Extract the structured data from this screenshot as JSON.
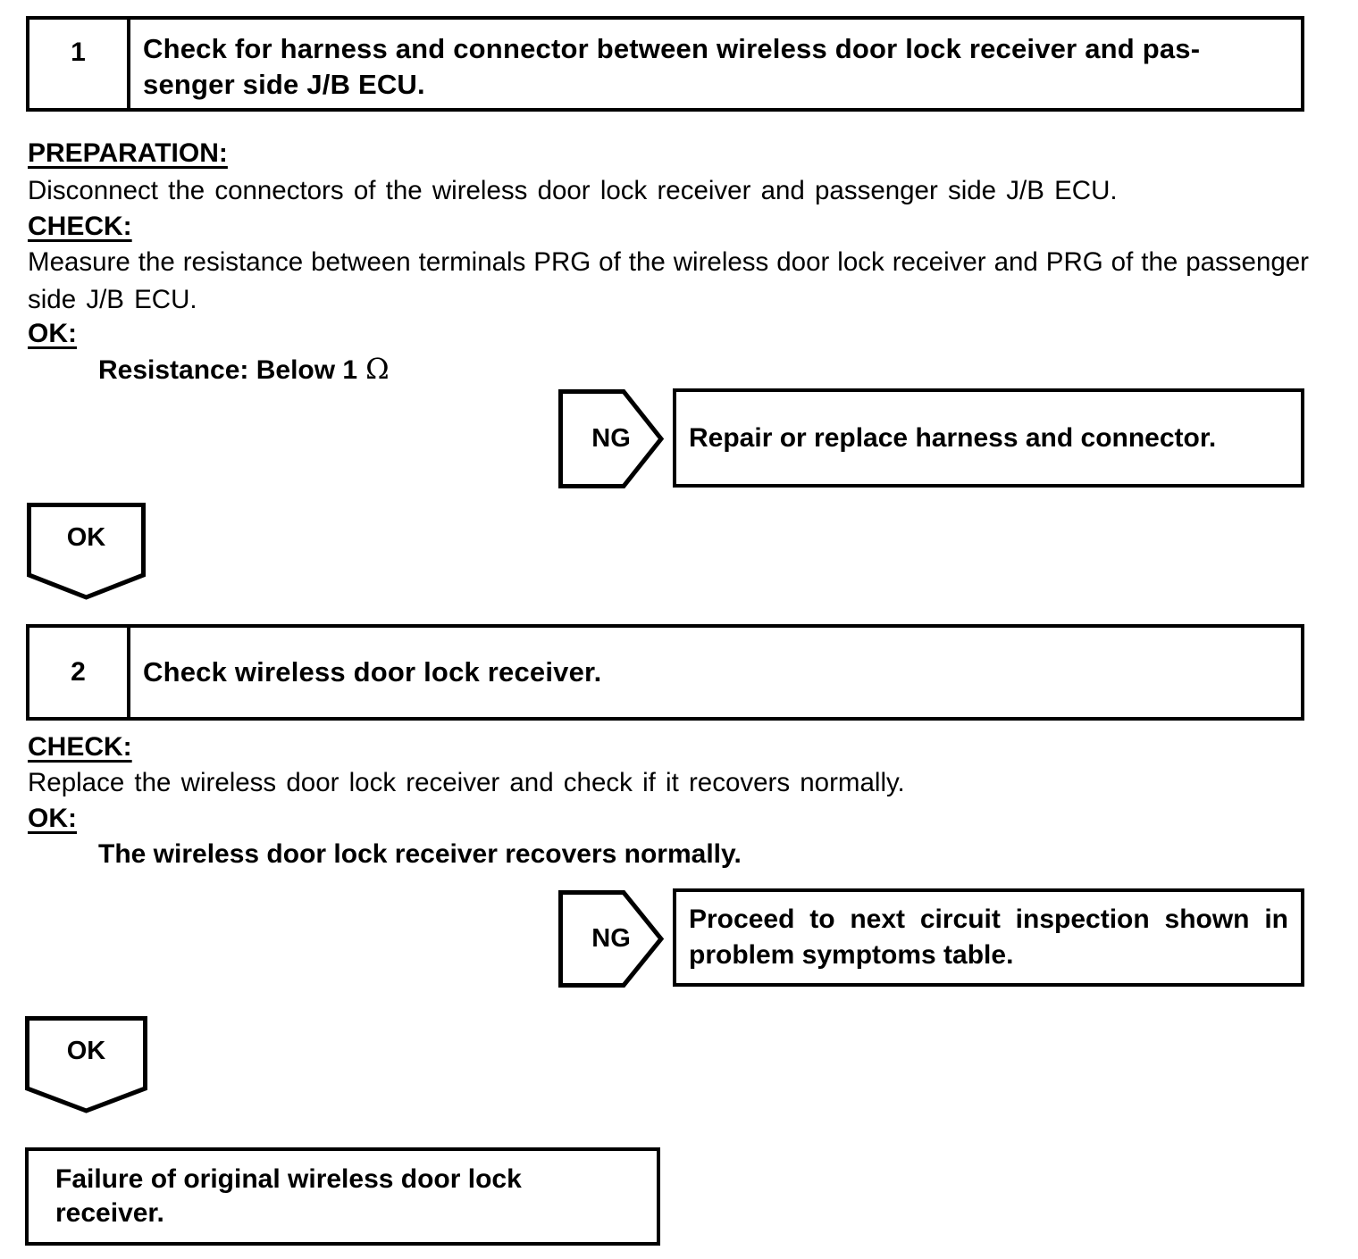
{
  "page": {
    "background": "#ffffff",
    "text_color": "#000000"
  },
  "step1": {
    "number": "1",
    "title_lines": [
      "Check for harness and connector between wireless door lock receiver and pas-",
      "senger side J/B ECU."
    ],
    "preparation_heading": "PREPARATION:",
    "preparation_text": "Disconnect the connectors of the wireless door lock receiver and passenger side J/B ECU.",
    "check_heading": "CHECK:",
    "check_lines": [
      "Measure the resistance between terminals PRG of the wireless door lock receiver and PRG of the passenger",
      "side J/B ECU."
    ],
    "ok_heading": "OK:",
    "ok_condition_text": "Resistance: Below 1",
    "ok_condition_symbol": "Ω",
    "ng_label": "NG",
    "ng_action": "Repair or replace harness and connector.",
    "ok_label": "OK"
  },
  "step2": {
    "number": "2",
    "title": "Check wireless door lock receiver.",
    "check_heading": "CHECK:",
    "check_text": "Replace the wireless door lock receiver and check if it recovers normally.",
    "ok_heading": "OK:",
    "ok_condition": "The wireless door lock receiver recovers normally.",
    "ng_label": "NG",
    "ng_action_lines": [
      "Proceed to next circuit inspection shown in",
      "problem symptoms table."
    ],
    "ok_label": "OK"
  },
  "result": {
    "lines": [
      "Failure of original wireless door lock",
      "receiver."
    ]
  }
}
